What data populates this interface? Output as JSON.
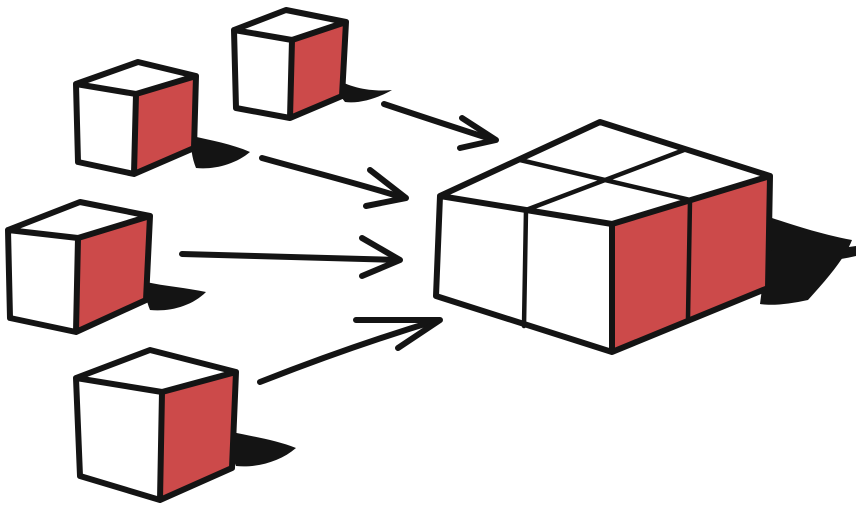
{
  "colors": {
    "background": "#ffffff",
    "ink": "#141414",
    "cube_side": "#cc4a4a",
    "cube_front": "#ffffff"
  },
  "illustration": {
    "small_cubes": [
      {
        "id": "cube-1",
        "side_color": "#cc4a4a"
      },
      {
        "id": "cube-2",
        "side_color": "#cc4a4a"
      },
      {
        "id": "cube-3",
        "side_color": "#cc4a4a"
      },
      {
        "id": "cube-4",
        "side_color": "#cc4a4a"
      },
      {
        "id": "cube-5",
        "side_color": "#cc4a4a"
      }
    ],
    "arrows": 4,
    "assembled_block": {
      "grid_columns": 2,
      "grid_rows": 2
    }
  }
}
